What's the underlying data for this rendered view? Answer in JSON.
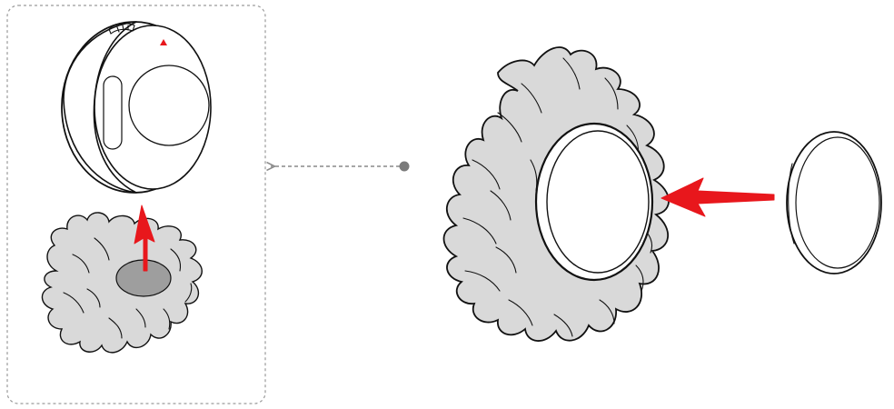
{
  "figure": {
    "colors": {
      "arrow": "#e8171c",
      "fur": "#d9d9d9",
      "fur_center": "#9e9e9e",
      "outline": "#111111",
      "dashed": "#9a9a9a",
      "white": "#ffffff"
    },
    "detail_view": {
      "steps": [
        "microphone-body",
        "insert-arrow",
        "windscreen-fur"
      ]
    },
    "main_view": {
      "parts": [
        "windscreen-fur-ring",
        "magnetic-ring",
        "push-arrow",
        "callout-dot",
        "callout-line"
      ]
    }
  }
}
